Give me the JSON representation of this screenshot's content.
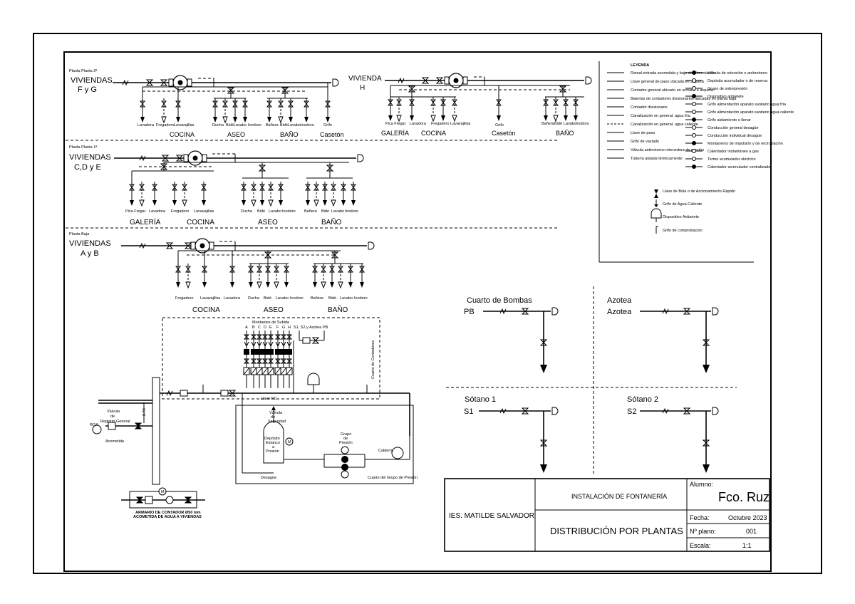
{
  "levels": {
    "fg": {
      "floor": "Planta Planta 2ª",
      "title1": "VIVIENDAS",
      "title2": "F y G",
      "fixtures": [
        "Lavadora",
        "Fregadero",
        "Lavavajillas",
        "Ducha",
        "Bidé",
        "Lavabo",
        "Inodoro",
        "Bañera",
        "Bidé",
        "Lavabo",
        "Inodoro",
        "Grifo"
      ],
      "rooms": [
        "COCINA",
        "ASEO",
        "BAÑO",
        "Casetón"
      ]
    },
    "h": {
      "title1": "VIVIENDA",
      "title2": "H",
      "fixtures": [
        "Pica Fregar",
        "Lavadora",
        "Fregadero",
        "Lavavajillas",
        "Grifo",
        "Bañera",
        "Bidé",
        "Lavabo",
        "Inodoro"
      ],
      "rooms": [
        "GALERÍA",
        "COCINA",
        "Casetón",
        "BAÑO"
      ]
    },
    "cde": {
      "floor": "Planta Planta 1ª",
      "title1": "VIVIENDAS",
      "title2": "C,D y E",
      "fixtures": [
        "Pica Fregar",
        "Lavadora",
        "Fregadero",
        "Lavavajillas",
        "Ducha",
        "Bidé",
        "Lavabo",
        "Inodoro",
        "Bañera",
        "Bidé",
        "Lavabo",
        "Inodoro"
      ],
      "rooms": [
        "GALERÍA",
        "COCINA",
        "ASEO",
        "BAÑO"
      ]
    },
    "ab": {
      "floor": "Planta Baja",
      "title1": "VIVIENDAS",
      "title2": "A y B",
      "fixtures": [
        "Fregadero",
        "Lavavajillas",
        "Lavadora",
        "Ducha",
        "Bidé",
        "Lavabo",
        "Inodoro",
        "Bañera",
        "Bidé",
        "Lavabo",
        "Inodoro"
      ],
      "rooms": [
        "COCINA",
        "ASEO",
        "BAÑO"
      ]
    }
  },
  "legend": {
    "title": "LEYENDA",
    "left_items": [
      "Ramal entrada acometida y bajo de alimentación",
      "Llave general de paso ubicada en arqueta",
      "Contador general ubicado en armario o arqueta",
      "Baterías de contadores divisionarios ubicadas en planta baja",
      "Contador divisionario",
      "Canalización en general, agua fría",
      "Canalización en general, agua caliente",
      "Llave de paso",
      "Grifo de vaciado",
      "Válvula antirretorno retenedora de presión",
      "Tubería aislada térmicamente"
    ],
    "right_items": [
      "Válvula de retención o antirretorno",
      "Depósito acumulador o de reserva",
      "Grupo de sobrepresión",
      "Dispositivo antiariete",
      "Grifo alimentación aparato sanitario agua fría",
      "Grifo alimentación aparato sanitario agua caliente",
      "Grifo aislamiento o llenar",
      "Conducción general desagüe",
      "Conducción individual desagüe",
      "Montaneros de impulsión y de recirculación",
      "Calentador instantáneo a gas",
      "Termo acumulador eléctrico",
      "Calentador acumulador centralizado"
    ],
    "lower_items": [
      "Llave de Bola o de Accionamiento Rápido",
      "Grifo de Agua Caliente",
      "Dispositivo Antiariete",
      "Grifo de comprobación"
    ]
  },
  "counters": {
    "title": "Montantes de Subida",
    "letters": [
      "A",
      "B",
      "C",
      "D",
      "E",
      "F",
      "G",
      "H"
    ],
    "s_label": "S1, S2 y Azotea",
    "pb_label": "PB",
    "side_label": "Cuarto de Contadores",
    "llave": "Llave NC"
  },
  "entry": {
    "rga": "RGA",
    "valve": [
      "Válvula",
      "de",
      "Registro General"
    ],
    "dim": "0.70",
    "acometida": "Acometida"
  },
  "pump_room": {
    "valve": [
      "Válvula",
      "de",
      "Seguridad"
    ],
    "tank": [
      "Depósito",
      "Estanco",
      "a",
      "Presión"
    ],
    "m": "M",
    "group": [
      "Grupo",
      "de",
      "Presión"
    ],
    "boiler": "Calderín",
    "drain": "Desagüe",
    "label": "Cuarto del Grupo de Presión"
  },
  "cabinet": {
    "line1": "ARMARIO DE CONTADOR Ø50 mm",
    "line2": "ACOMETIDA DE AGUA A VIVIENDAS",
    "m": "M"
  },
  "others": {
    "bombas": {
      "name": "Cuarto de Bombas",
      "code": "PB"
    },
    "azotea": {
      "name": "Azotea",
      "code": "Azotea"
    },
    "s1": {
      "name": "Sótano 1",
      "code": "S1"
    },
    "s2": {
      "name": "Sótano 2",
      "code": "S2"
    }
  },
  "title_block": {
    "school": "IES. MATILDE  SALVADOR",
    "project": "INSTALACIÓN DE FONTANERÍA",
    "drawing": "DISTRIBUCIÓN POR PLANTAS",
    "alumno_label": "Alumno:",
    "alumno": "Fco. Ruz",
    "fecha_label": "Fecha:",
    "fecha": "Octubre 2023",
    "plano_label": "Nº plano:",
    "plano": "001",
    "escala_label": "Escala:",
    "escala": "1:1"
  }
}
